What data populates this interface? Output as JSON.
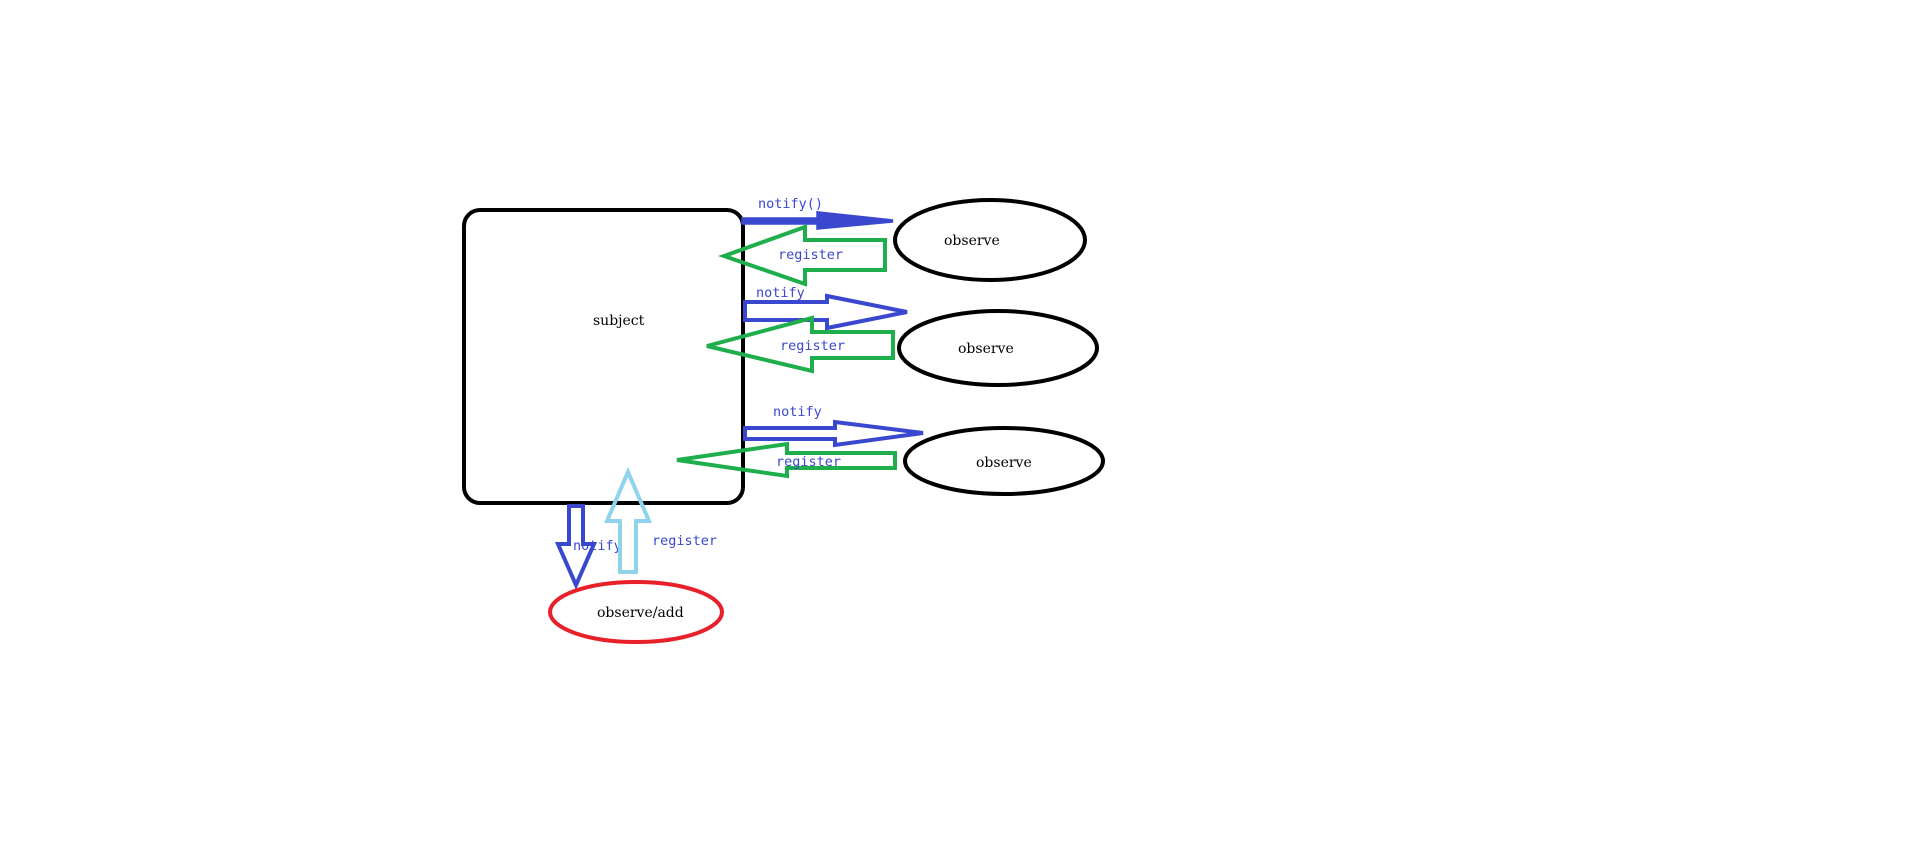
{
  "colors": {
    "black": "#000000",
    "notify_blue": "#3a48d0",
    "register_green": "#1fae4c",
    "register_light_blue": "#8fd3ec",
    "add_red": "#e8202a",
    "label_blue": "#3a48d0"
  },
  "subject": {
    "label": "subject"
  },
  "observers": [
    {
      "label": "observe",
      "notify_label": "notify()",
      "register_label": "register"
    },
    {
      "label": "observe",
      "notify_label": "notify",
      "register_label": "register"
    },
    {
      "label": "observe",
      "notify_label": "notify",
      "register_label": "register"
    }
  ],
  "new_observer": {
    "label": "observe/add",
    "notify_label": "notify",
    "register_label": "register"
  }
}
